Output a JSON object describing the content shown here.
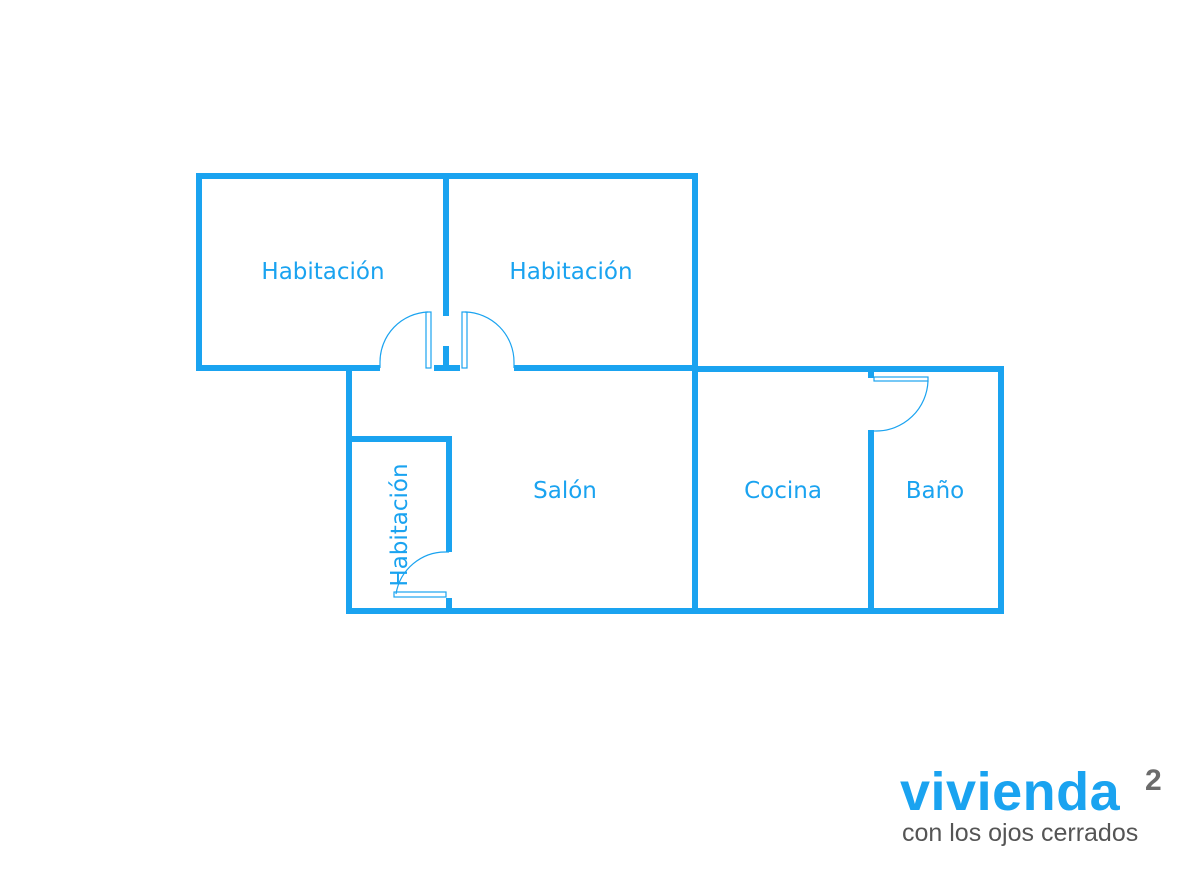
{
  "floor_plan": {
    "wall_color": "#1aa3f0",
    "rooms": [
      {
        "id": "bedroom-left",
        "label": "Habitación"
      },
      {
        "id": "bedroom-right",
        "label": "Habitación"
      },
      {
        "id": "bedroom-small",
        "label": "Habitación"
      },
      {
        "id": "living-room",
        "label": "Salón"
      },
      {
        "id": "kitchen",
        "label": "Cocina"
      },
      {
        "id": "bathroom",
        "label": "Baño"
      }
    ]
  },
  "logo": {
    "word": "vivienda",
    "superscript": "2",
    "tagline": "con los ojos cerrados",
    "word_color": "#1aa3f0",
    "superscript_color": "#6b6b6b",
    "tagline_color": "#555555"
  }
}
